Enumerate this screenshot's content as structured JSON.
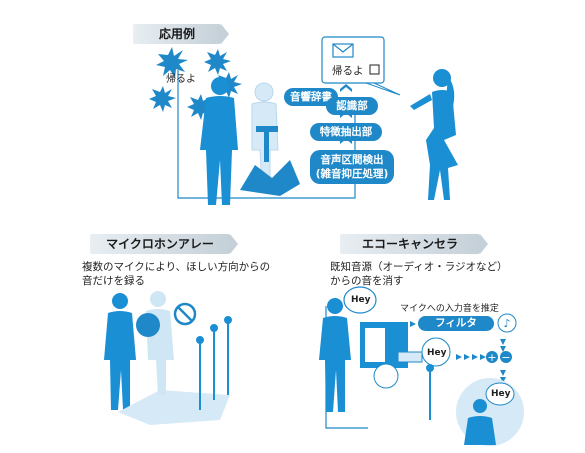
{
  "application": {
    "title": "応用例",
    "speech_bubble": "帰るよ",
    "stack": [
      "音響辞書",
      "認識部",
      "特徴抽出部",
      "音声区間検出"
    ],
    "stack_sub": "(雑音抑圧処理)",
    "noise_label": "帰るよ"
  },
  "mic_array": {
    "title": "マイクロホンアレー",
    "description": [
      "複数のマイクにより、ほしい方向からの",
      "音だけを録る"
    ]
  },
  "echo_cancel": {
    "title": "エコーキャンセラ",
    "description": [
      "既知音源（オーディオ・ラジオなど）",
      "からの音を消す"
    ],
    "estimate_label": "マイクへの入力音を推定",
    "filter_label": "フィルタ",
    "hey": "Hey"
  },
  "colors": {
    "accent": "#1e88c8",
    "figure": "#1a8fd4",
    "light": "#cfe6f5"
  }
}
